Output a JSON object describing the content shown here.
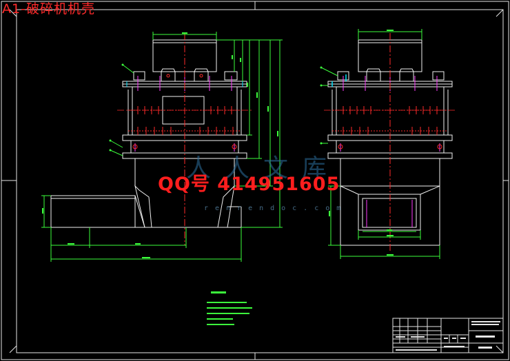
{
  "drawing": {
    "title": "A1-破碎机机壳",
    "contact": "QQ号 414951605",
    "watermark": {
      "name": "人人文库",
      "site": "renrendoc.com"
    }
  },
  "colors": {
    "background": "#000000",
    "outline": "#e6e6e6",
    "part_lines": "#f2f2f2",
    "dimension": "#3cff3c",
    "center_line": "#ff2a2a",
    "bolts": "#ff3cff",
    "highlight": "#00e5ff",
    "title_text": "#ff2a2a",
    "watermark": "#2d6f9e"
  }
}
